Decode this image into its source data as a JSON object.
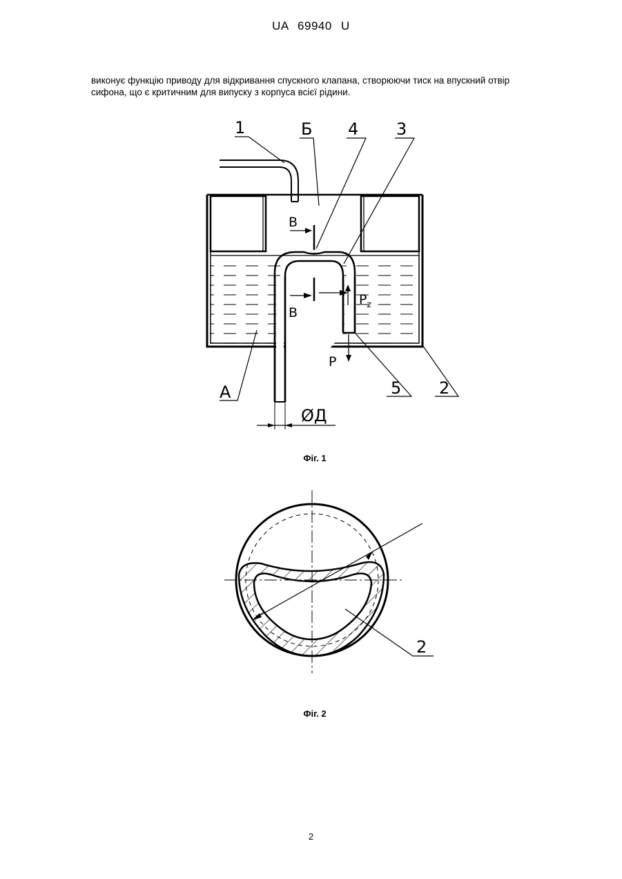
{
  "header": {
    "doc_id": "UA   69940   U"
  },
  "body_text": {
    "paragraph_line1": "виконує функцію приводу для відкривання спускного клапана, створюючи тиск на впускний отвір",
    "paragraph_line2": "сифона, що є критичним для випуску з корпуса всієї рідини."
  },
  "figure1": {
    "caption": "Фіг. 1",
    "labels": {
      "n1": "1",
      "b_cyr": "Б",
      "n4": "4",
      "n3": "3",
      "v_top": "В",
      "v_mid": "В",
      "pz": "P",
      "pz_sub": "z",
      "p": "P",
      "a": "А",
      "n5": "5",
      "n2": "2",
      "diameter": "ØД"
    }
  },
  "figure2": {
    "caption": "Фіг. 2",
    "labels": {
      "n2": "2"
    }
  },
  "footer": {
    "page_number": "2"
  }
}
